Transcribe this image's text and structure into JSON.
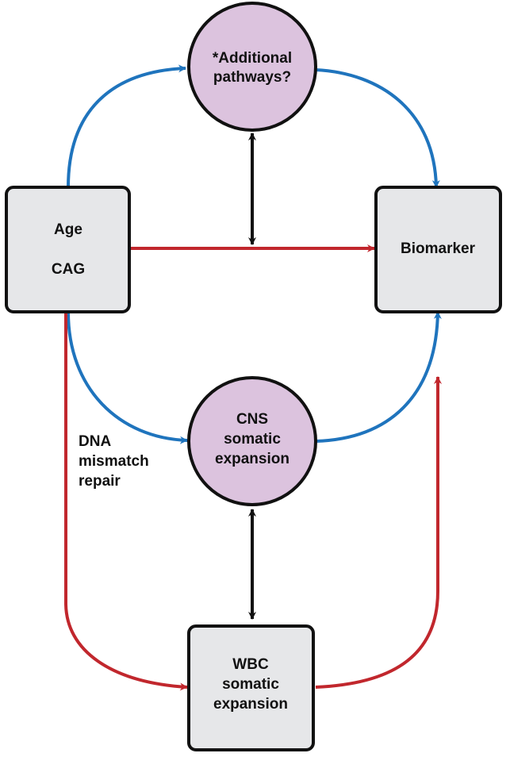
{
  "colors": {
    "blue": "#1f74bd",
    "red": "#c1272d",
    "black": "#111111",
    "box_fill": "#e6e7e9",
    "circle_fill": "#dcc3de",
    "outline": "#111111"
  },
  "nodes": {
    "age_cag": {
      "lines": [
        "Age",
        "CAG"
      ],
      "shape": "rounded-rectangle"
    },
    "additional_pathways": {
      "lines": [
        "*Additional",
        "pathways?"
      ],
      "shape": "circle"
    },
    "biomarker": {
      "lines": [
        "Biomarker"
      ],
      "shape": "rounded-rectangle"
    },
    "cns_somatic_expansion": {
      "lines": [
        "CNS",
        "somatic",
        "expansion"
      ],
      "shape": "circle"
    },
    "wbc_somatic_expansion": {
      "lines": [
        "WBC",
        "somatic",
        "expansion"
      ],
      "shape": "rounded-rectangle"
    }
  },
  "edges": [
    {
      "from": "age_cag",
      "to": "additional_pathways",
      "color": "blue",
      "direction": "forward"
    },
    {
      "from": "additional_pathways",
      "to": "biomarker",
      "color": "blue",
      "direction": "forward"
    },
    {
      "from": "age_cag",
      "to": "biomarker",
      "color": "red",
      "direction": "forward"
    },
    {
      "from": "additional_pathways",
      "to": "age_cag-biomarker-path",
      "color": "black",
      "direction": "bidirectional"
    },
    {
      "from": "age_cag",
      "to": "cns_somatic_expansion",
      "color": "blue",
      "direction": "forward"
    },
    {
      "from": "cns_somatic_expansion",
      "to": "biomarker",
      "color": "blue",
      "direction": "forward"
    },
    {
      "from": "age_cag",
      "to": "wbc_somatic_expansion",
      "color": "red",
      "direction": "forward",
      "label": "DNA mismatch repair"
    },
    {
      "from": "wbc_somatic_expansion",
      "to": "biomarker",
      "color": "red",
      "direction": "forward"
    },
    {
      "from": "cns_somatic_expansion",
      "to": "wbc_somatic_expansion",
      "color": "black",
      "direction": "bidirectional"
    }
  ],
  "edge_label": {
    "lines": [
      "DNA",
      "mismatch",
      "repair"
    ]
  }
}
